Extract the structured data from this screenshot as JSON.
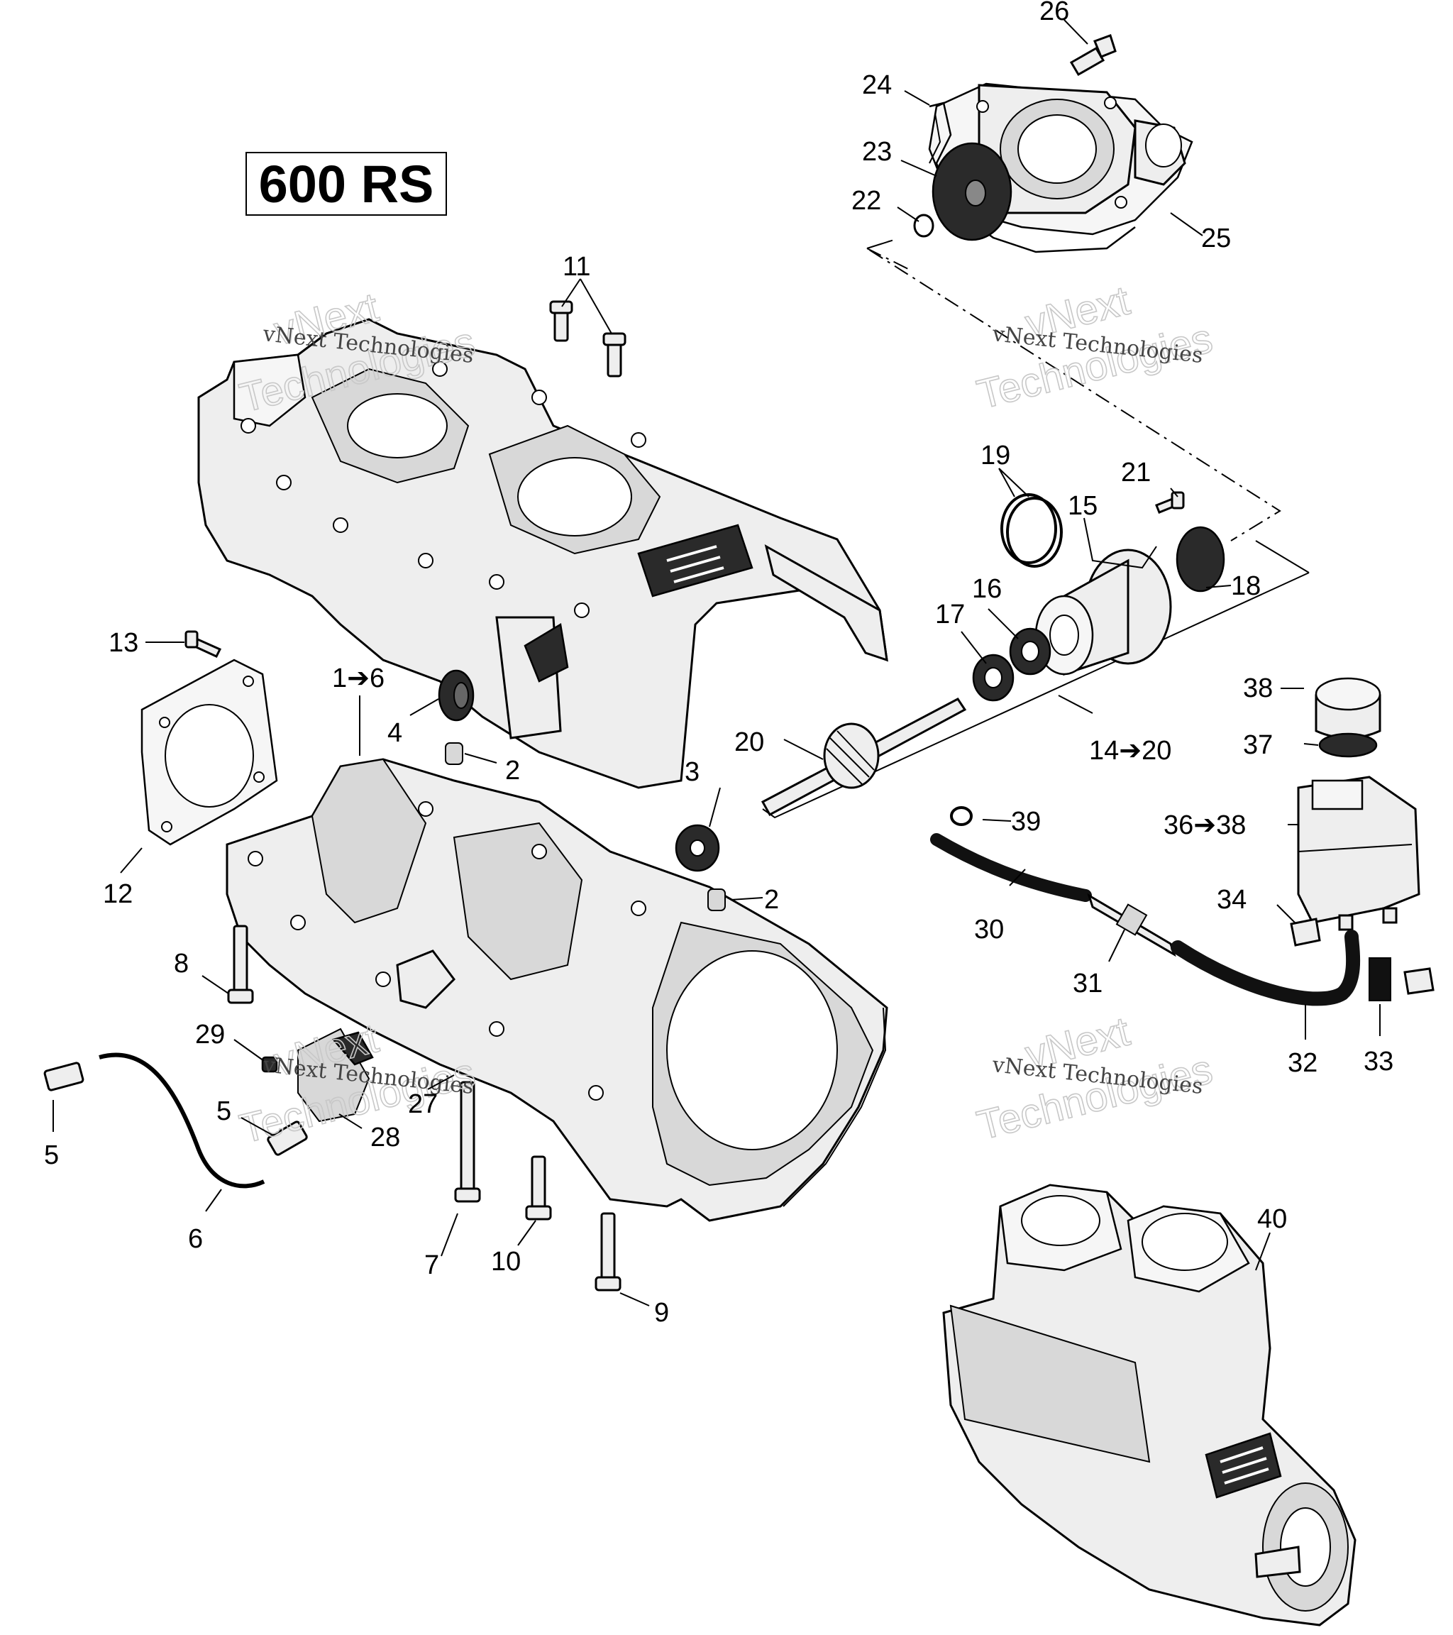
{
  "title_box": {
    "text": "600 RS"
  },
  "watermark": {
    "line_small": "vNext Technologies",
    "line_big_1": "vNext",
    "line_big_2": "Technologies"
  },
  "callouts": {
    "c26": "26",
    "c24": "24",
    "c23": "23",
    "c22": "22",
    "c25": "25",
    "c11": "11",
    "c19": "19",
    "c21": "21",
    "c15": "15",
    "c18": "18",
    "c16": "16",
    "c17": "17",
    "c13": "13",
    "c1_6": "1➔6",
    "c4": "4",
    "c2a": "2",
    "c20": "20",
    "c14_20": "14➔20",
    "c38": "38",
    "c37": "37",
    "c3": "3",
    "c39": "39",
    "c36_38": "36➔38",
    "c12": "12",
    "c2b": "2",
    "c30": "30",
    "c34": "34",
    "c8": "8",
    "c31": "31",
    "c29": "29",
    "c27": "27",
    "c32": "32",
    "c33": "33",
    "c5a": "5",
    "c5b": "5",
    "c28": "28",
    "c6": "6",
    "c7": "7",
    "c10": "10",
    "c40": "40",
    "c9": "9"
  }
}
